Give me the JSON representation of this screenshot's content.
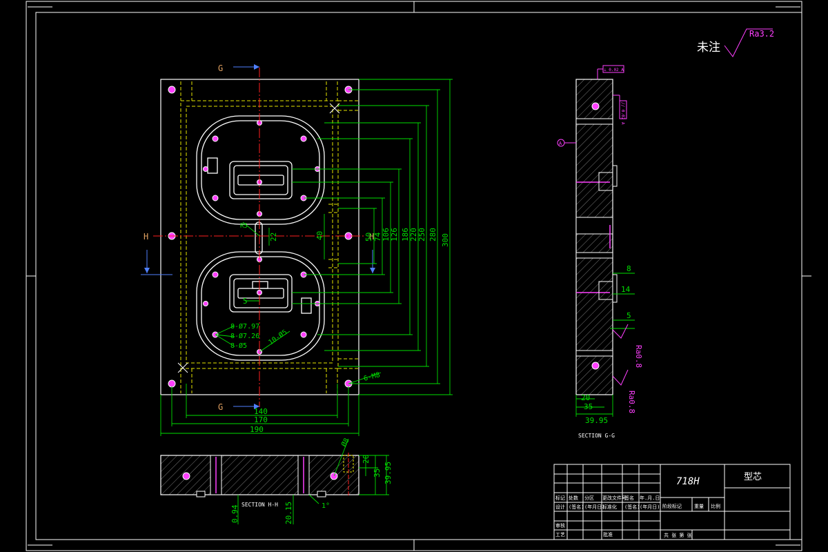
{
  "roughness": {
    "unmarked_label": "未注",
    "unmarked_ra": "Ra3.2",
    "ra_a": "Ra0.8",
    "ra_b": "Ra0.8"
  },
  "section_marks": {
    "g_top": "G",
    "g_bottom": "G",
    "h_left": "H",
    "h_right": "H"
  },
  "plan_dims": {
    "v_50": "50",
    "v_74": "74",
    "v_106": "106",
    "v_126": "126",
    "v_186": "186",
    "v_220": "220",
    "v_250": "250",
    "v_280": "280",
    "v_300": "300",
    "h_140": "140",
    "h_170": "170",
    "h_190": "190",
    "d_40": "40",
    "d_22": "22",
    "d_r": "R5",
    "d_5": "5",
    "n_holes1": "8-Ø7.97",
    "n_holes2": "8-Ø7.26",
    "n_holes3": "8-Ø5",
    "n_r": "10-Ø5",
    "n_m8": "6-M8"
  },
  "section_gg": {
    "caption": "SECTION G-G",
    "d_8": "8",
    "d_14": "14",
    "d_5": "5",
    "d_20": "20",
    "d_35": "35",
    "d_3995": "39.95",
    "datum": "A",
    "gtol_1": "⊥ 0.02 A",
    "gtol_2": "// 0.02 A"
  },
  "section_hh": {
    "caption": "SECTION H-H",
    "d_20": "20",
    "d_35": "35",
    "d_3995": "39.95",
    "d_094": "0.94",
    "d_2015": "20.15",
    "d_angle": "1°",
    "d_phi": "Ø8"
  },
  "title_block": {
    "material": "718H",
    "part_name": "型芯",
    "row_headers": [
      "标记",
      "处数",
      "分区",
      "更改文件号",
      "签名",
      "年.月.日"
    ],
    "row_design": [
      "设计",
      "(签名)",
      "(年月日)",
      "标准化",
      "(签名)",
      "(年月日)"
    ],
    "row_check": "审核",
    "row_process": "工艺",
    "row_approve": "批准",
    "stage_labels": [
      "阶段标记",
      "重量",
      "比例"
    ],
    "sheet_info": "共 张    第 张"
  }
}
